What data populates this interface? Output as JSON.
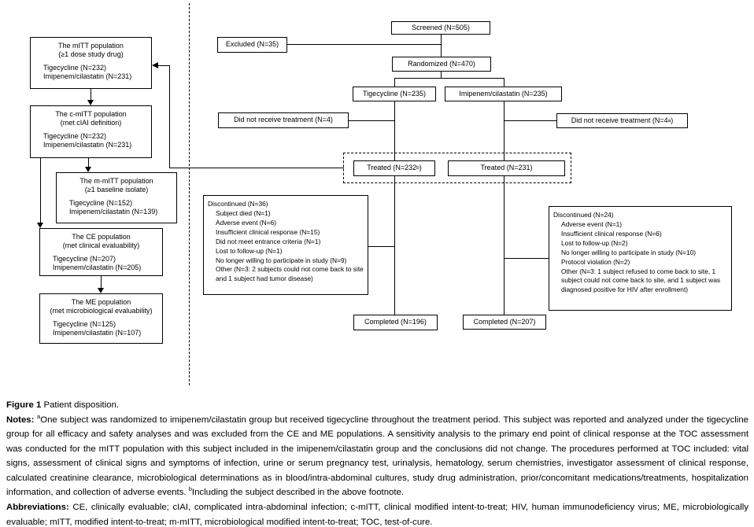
{
  "colors": {
    "line": "#000000",
    "background": "#ffffff",
    "text": "#000000"
  },
  "flow": {
    "screened": "Screened (N=505)",
    "excluded": "Excluded (N=35)",
    "randomized": "Randomized (N=470)",
    "tigecycline_arm": "Tigecycline (N=235)",
    "imipenem_arm": "Imipenem/cilastatin (N=235)",
    "dnr_left": "Did not receive treatment (N=4)",
    "dnr_right": {
      "pre": "Did not receive treatment (N=4",
      "sup": "a",
      "post": ")"
    },
    "treated_left": {
      "pre": "Treated (N=232",
      "sup": "b",
      "post": ")"
    },
    "treated_right": "Treated (N=231)",
    "completed_left": "Completed (N=196)",
    "completed_right": "Completed (N=207)",
    "disc_left": {
      "title": "Discontinued (N=36)",
      "items": [
        "Subject died (N=1)",
        "Adverse event (N=6)",
        "Insufficient clinical response (N=15)",
        "Did not meet entrance criteria (N=1)",
        "Lost to follow-up (N=1)",
        "No longer willing to participate in study (N=9)",
        "Other (N=3: 2 subjects could not come back to site and 1 subject had tumor disease)"
      ]
    },
    "disc_right": {
      "title": "Discontinued (N=24)",
      "items": [
        "Adverse event (N=1)",
        "Insufficient clinical response (N=6)",
        "Lost to follow-up (N=2)",
        "No longer willing to participate in study (N=10)",
        "Protocol violation (N=2)",
        "Other (N=3: 1 subject refused to come back to site, 1 subject could not come back to site, and 1 subject was diagnosed positive for HIV after enrollment)"
      ]
    },
    "populations": [
      {
        "title": "The mITT population",
        "subtitle": "(≥1 dose study drug)",
        "line1": "Tigecycline (N=232)",
        "line2": "Imipenem/cilastatin (N=231)"
      },
      {
        "title": "The c-mITT population",
        "subtitle": "(met cIAI definition)",
        "line1": "Tigecycline (N=232)",
        "line2": "Imipenem/cilastatin (N=231)"
      },
      {
        "title": "The m-mITT population",
        "subtitle": "(≥1 baseline isolate)",
        "line1": "Tigecycline (N=152)",
        "line2": "Imipenem/cilastatin (N=139)"
      },
      {
        "title": "The CE population",
        "subtitle": "(met clinical evaluability)",
        "line1": "Tigecycline (N=207)",
        "line2": "Imipenem/cilastatin (N=205)"
      },
      {
        "title": "The ME population",
        "subtitle": "(met microbiological evaluability)",
        "line1": "Tigecycline (N=125)",
        "line2": "Imipenem/cilastatin (N=107)"
      }
    ]
  },
  "caption": {
    "figure_label": "Figure 1",
    "figure_text": " Patient disposition.",
    "notes_label": "Notes: ",
    "sup_a": "a",
    "notes_part1": "One subject was randomized to imipenem/cilastatin group but received tigecycline throughout the treatment period. This subject was reported and analyzed under the tigecycline group for all efficacy and safety analyses and was excluded from the CE and ME populations. A sensitivity analysis to the primary end point of clinical response at the TOC assessment was conducted for the mITT population with this subject included in the imipenem/cilastatin group and the conclusions did not change. The procedures performed at TOC included: vital signs, assessment of clinical signs and symptoms of infection, urine or serum pregnancy test, urinalysis, hematology, serum chemistries, investigator assessment of clinical response, calculated creatinine clearance, microbiological determinations as in blood/intra-abdominal cultures, study drug administration, prior/concomitant medications/treatments, hospitalization information, and collection of adverse events. ",
    "sup_b": "b",
    "notes_part2": "Including the subject described in the above footnote.",
    "abbreviations_label": "Abbreviations: ",
    "abbreviations_text": "CE, clinically evaluable; cIAI, complicated intra-abdominal infection; c-mITT, clinical modified intent-to-treat; HIV, human immunodeficiency virus; ME, microbiologically evaluable; mITT, modified intent-to-treat; m-mITT, microbiological modified intent-to-treat; TOC, test-of-cure."
  }
}
